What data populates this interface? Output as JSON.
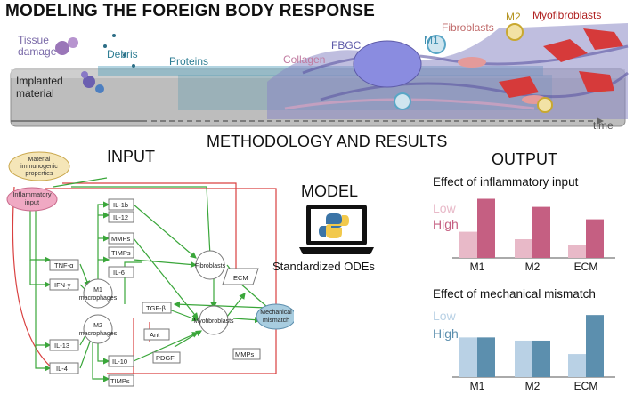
{
  "header": {
    "title": "MODELING THE FOREIGN BODY RESPONSE",
    "labels": {
      "tissue": "Tissue",
      "damage": "damage",
      "debris": "Debris",
      "proteins": "Proteins",
      "collagen": "Collagen",
      "fbgc": "FBGC",
      "m1": "M1",
      "fibroblasts": "Fibroblasts",
      "m2": "M2",
      "myofibroblasts": "Myofibroblasts",
      "implanted": "Implanted",
      "material": "material",
      "time": "time"
    },
    "colors": {
      "proteins": "#2f7e94",
      "collagen": "#d28bb0",
      "fbgc": "#7a6aa8",
      "m1": "#59a6c6",
      "fibro": "#d06d6d",
      "m2": "#c9a830",
      "myo": "#c02a2a"
    }
  },
  "section_title": "METHODOLOGY AND RESULTS",
  "input": {
    "title": "INPUT",
    "nodes": {
      "material_props": [
        "Material",
        "immunogenic",
        "properties"
      ],
      "inflammatory": [
        "Inflammatory",
        "input"
      ],
      "il1b": "IL-1b",
      "il12": "IL-12",
      "mmps_top": "MMPs",
      "timps_top": "TIMPs",
      "il6": "IL-6",
      "tnfa": "TNF-α",
      "ifny": "IFN-y",
      "m1": [
        "M1",
        "macrophages"
      ],
      "m2": [
        "M2",
        "macrophages"
      ],
      "tgfb": "TGF-β",
      "ant": "Ant",
      "pdgf": "PDGF",
      "il13": "IL-13",
      "il4": "IL-4",
      "il10": "IL-10",
      "timps_bottom": "TIMPs",
      "fibroblasts": "Fibroblasts",
      "myofibroblasts": "Myofibroblasts",
      "ecm": "ECM",
      "mechanical": [
        "Mechanical",
        "mismatch"
      ],
      "mmps_bottom": "MMPs"
    }
  },
  "model": {
    "title": "MODEL",
    "caption": "Standardized ODEs",
    "icon": "laptop-python-icon"
  },
  "output": {
    "title": "OUTPUT",
    "chart_data": [
      {
        "type": "bar",
        "title": "Effect of inflammatory input",
        "categories": [
          "M1",
          "M2",
          "ECM"
        ],
        "series": [
          {
            "name": "Low",
            "values": [
              0.42,
              0.3,
              0.2
            ],
            "color": "#e8b9c8"
          },
          {
            "name": "High",
            "values": [
              0.95,
              0.82,
              0.62
            ],
            "color": "#c55f82"
          }
        ],
        "ylim": [
          0,
          1
        ]
      },
      {
        "type": "bar",
        "title": "Effect of mechanical mismatch",
        "categories": [
          "M1",
          "M2",
          "ECM"
        ],
        "series": [
          {
            "name": "Low",
            "values": [
              0.62,
              0.57,
              0.36
            ],
            "color": "#b9d1e5"
          },
          {
            "name": "High",
            "values": [
              0.62,
              0.57,
              0.97
            ],
            "color": "#5c8fae"
          }
        ],
        "ylim": [
          0,
          1
        ]
      }
    ]
  }
}
